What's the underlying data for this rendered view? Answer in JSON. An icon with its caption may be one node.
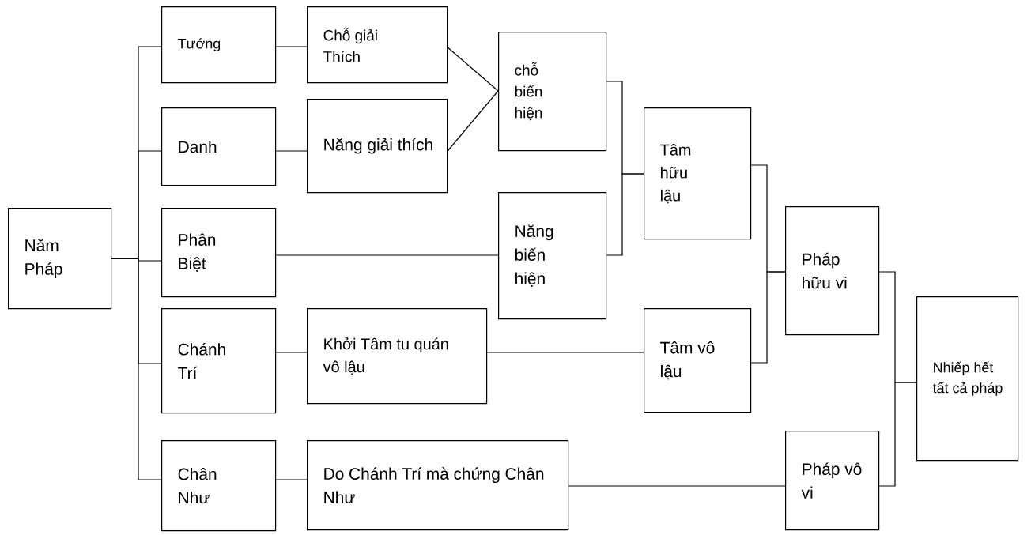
{
  "diagram": {
    "nodes": [
      {
        "text": [
          "Năm Pháp"
        ]
      },
      {
        "text": [
          "Tướng"
        ]
      },
      {
        "text": [
          "Danh"
        ]
      },
      {
        "text": [
          "Phân Biệt"
        ]
      },
      {
        "text": [
          "Chánh Trí"
        ]
      },
      {
        "text": [
          "Chân Như"
        ]
      },
      {
        "text": [
          "Chỗ giải Thích"
        ]
      },
      {
        "text": [
          "Năng giải thích"
        ]
      },
      {
        "text": [
          "chỗ biến hiện"
        ]
      },
      {
        "text": [
          "Năng biến hiện"
        ]
      },
      {
        "text": [
          "Khởi Tâm tu quán vô lậu"
        ]
      },
      {
        "text": [
          "Do Chánh Trí mà chứng Chân Như"
        ]
      },
      {
        "text": [
          "Tâm hữu lậu"
        ]
      },
      {
        "text": [
          "Tâm vô lậu"
        ]
      },
      {
        "text": [
          "Pháp hữu vi"
        ]
      },
      {
        "text": [
          "Pháp vô vi"
        ]
      },
      {
        "text": [
          "Nhiếp hết tất cả pháp"
        ]
      }
    ],
    "edges": [
      {
        "from": 0,
        "to": 1,
        "arrow": "none"
      },
      {
        "from": 0,
        "to": 2,
        "arrow": "none"
      },
      {
        "from": 0,
        "to": 3,
        "arrow": "none"
      },
      {
        "from": 0,
        "to": 4,
        "arrow": "none"
      },
      {
        "from": 0,
        "to": 5,
        "arrow": "none"
      },
      {
        "from": 1,
        "to": 6,
        "arrow": "none"
      },
      {
        "from": 2,
        "to": 7,
        "arrow": "none"
      },
      {
        "from": 6,
        "to": 8,
        "arrow": "none"
      },
      {
        "from": 7,
        "to": 8,
        "arrow": "none"
      },
      {
        "from": 3,
        "to": 9,
        "arrow": "none"
      },
      {
        "from": 8,
        "to": 12,
        "arrow": "none"
      },
      {
        "from": 9,
        "to": 12,
        "arrow": "none"
      },
      {
        "from": 4,
        "to": 10,
        "arrow": "none"
      },
      {
        "from": 10,
        "to": 13,
        "arrow": "none"
      },
      {
        "from": 5,
        "to": 11,
        "arrow": "none"
      },
      {
        "from": 11,
        "to": 15,
        "arrow": "none"
      },
      {
        "from": 12,
        "to": 14,
        "arrow": "none"
      },
      {
        "from": 13,
        "to": 14,
        "arrow": "none"
      },
      {
        "from": 14,
        "to": 16,
        "arrow": "none"
      },
      {
        "from": 15,
        "to": 16,
        "arrow": "none"
      }
    ]
  }
}
